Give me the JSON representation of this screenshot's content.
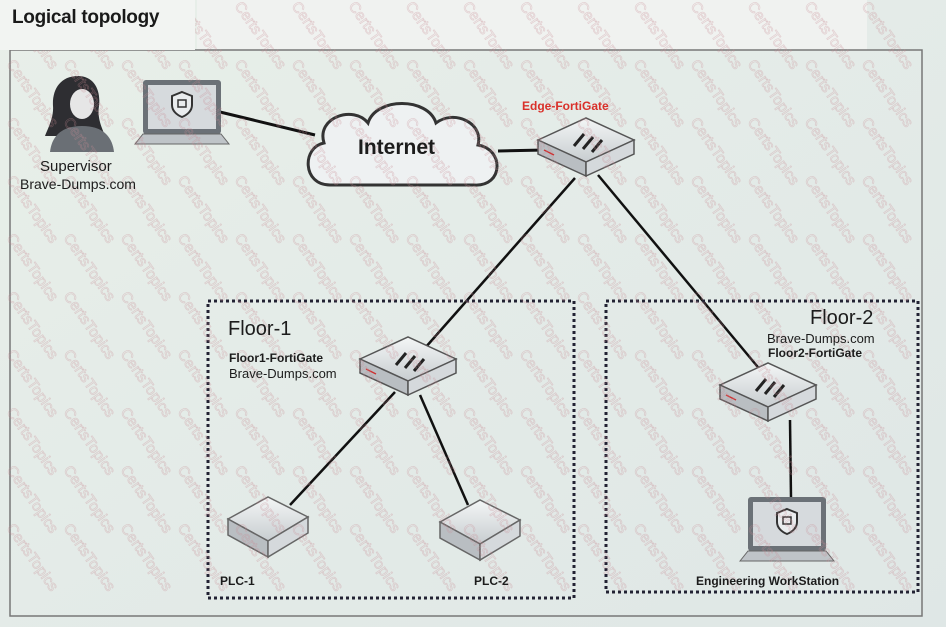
{
  "title": "Logical topology",
  "watermark": "CertsTopics",
  "nodes": {
    "supervisor": {
      "label": "Supervisor",
      "sublabel": "Brave-Dumps.com"
    },
    "internet": {
      "label": "Internet"
    },
    "edge_fortigate": {
      "label": "Edge-FortiGate",
      "color": "#d9302a"
    },
    "floor1_fortigate": {
      "label": "Floor1-FortiGate",
      "sublabel": "Brave-Dumps.com"
    },
    "floor2_fortigate": {
      "label": "Floor2-FortiGate",
      "sublabel": "Brave-Dumps.com"
    },
    "plc1": {
      "label": "PLC-1"
    },
    "plc2": {
      "label": "PLC-2"
    },
    "engineering_workstation": {
      "label": "Engineering WorkStation"
    }
  },
  "zones": {
    "floor1": {
      "label": "Floor-1"
    },
    "floor2": {
      "label": "Floor-2"
    }
  }
}
